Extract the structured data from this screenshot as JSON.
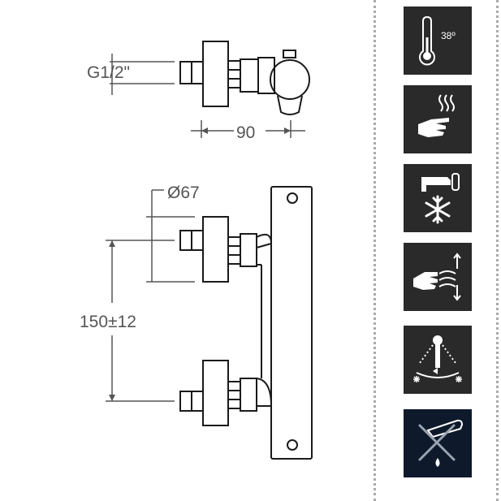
{
  "drawing": {
    "dimensions": {
      "thread": "G1/2\"",
      "depth": "90",
      "diameter": "Ø67",
      "center_distance": "150±12"
    }
  },
  "features": {
    "tiles": [
      {
        "icon": "thermometer-icon",
        "label": "38º",
        "background": "#2a2a2a"
      },
      {
        "icon": "hand-heat-icon",
        "background": "#2a2a2a"
      },
      {
        "icon": "cold-water-icon",
        "background": "#2a2a2a"
      },
      {
        "icon": "hand-wave-icon",
        "background": "#2a2a2a"
      },
      {
        "icon": "spray-temperature-icon",
        "background": "#2a2a2a"
      },
      {
        "icon": "no-drip-icon",
        "background": "#0e1a2b"
      }
    ]
  },
  "colors": {
    "line": "#1a1a1a",
    "dimension": "#555555",
    "separator": "#aaaaaa"
  }
}
